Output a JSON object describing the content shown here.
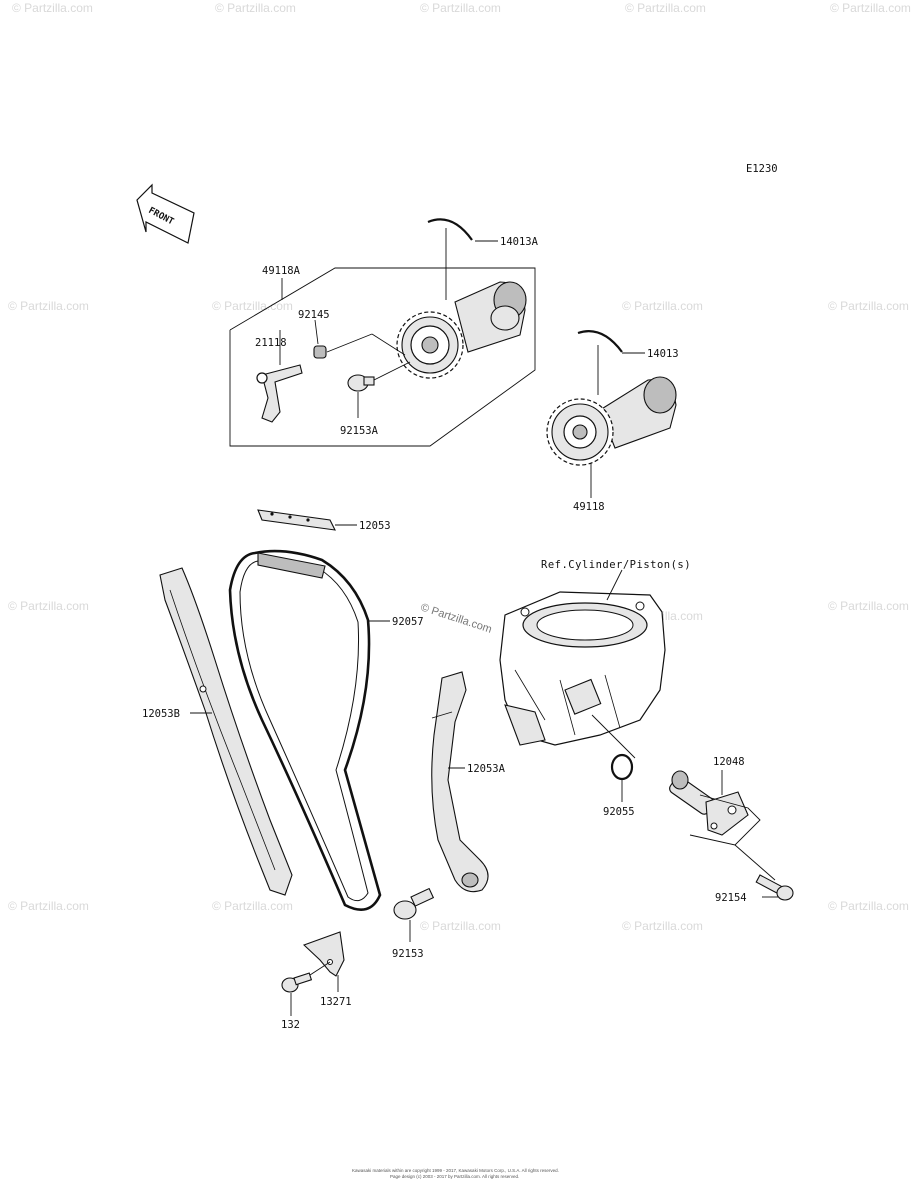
{
  "diagram_code": "E1230",
  "front_label": "FRONT",
  "reference_label": "Ref.Cylinder/Piston(s)",
  "parts": [
    {
      "id": "p-14013A",
      "label": "14013A"
    },
    {
      "id": "p-49118A",
      "label": "49118A"
    },
    {
      "id": "p-92145",
      "label": "92145"
    },
    {
      "id": "p-21118",
      "label": "21118"
    },
    {
      "id": "p-92153A",
      "label": "92153A"
    },
    {
      "id": "p-14013",
      "label": "14013"
    },
    {
      "id": "p-49118",
      "label": "49118"
    },
    {
      "id": "p-12053",
      "label": "12053"
    },
    {
      "id": "p-92057",
      "label": "92057"
    },
    {
      "id": "p-12053B",
      "label": "12053B"
    },
    {
      "id": "p-12053A",
      "label": "12053A"
    },
    {
      "id": "p-92055",
      "label": "92055"
    },
    {
      "id": "p-12048",
      "label": "12048"
    },
    {
      "id": "p-92154",
      "label": "92154"
    },
    {
      "id": "p-92153",
      "label": "92153"
    },
    {
      "id": "p-13271",
      "label": "13271"
    },
    {
      "id": "p-132",
      "label": "132"
    }
  ],
  "watermark": "© Partzilla.com",
  "footer_line1": "Kawasaki materials within are copyright 1999 - 2017, Kawasaki Motors Corp., U.S.A. All rights reserved.",
  "footer_line2": "Page design (c) 2003 - 2017 by Partzilla.com. All rights reserved."
}
